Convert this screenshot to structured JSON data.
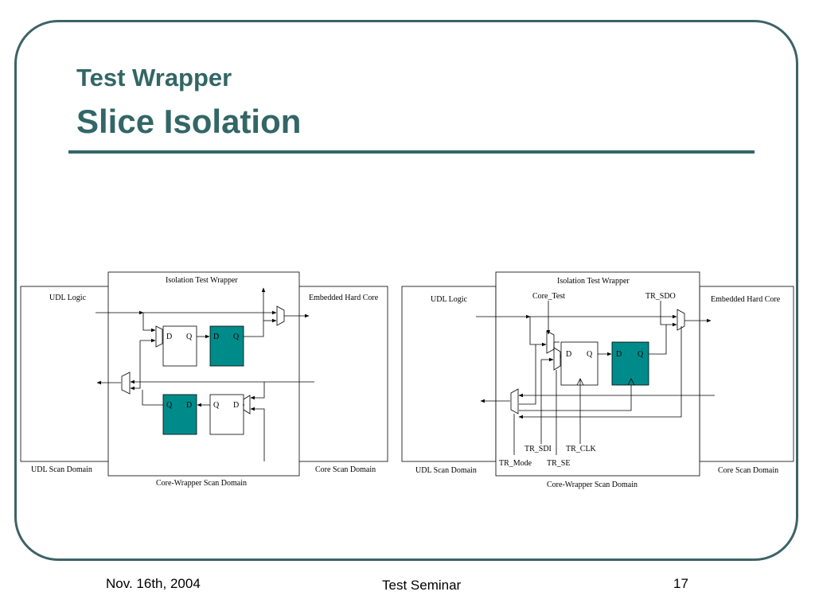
{
  "slide": {
    "title_line1": "Test Wrapper",
    "title_line2": "Slice Isolation",
    "footer_date": "Nov. 16th, 2004",
    "footer_title": "Test Seminar",
    "page_number": "17"
  },
  "colors": {
    "accent": "#336666",
    "register_fill": "#008b8b"
  },
  "diagram_left": {
    "udl_logic": "UDL Logic",
    "udl_scan_domain": "UDL Scan Domain",
    "wrapper_title": "Isolation Test Wrapper",
    "wrapper_scan_domain": "Core-Wrapper Scan Domain",
    "embedded_core": "Embedded Hard Core",
    "core_scan_domain": "Core Scan Domain",
    "pin_d": "D",
    "pin_q": "Q"
  },
  "diagram_right": {
    "udl_logic": "UDL Logic",
    "udl_scan_domain": "UDL Scan Domain",
    "wrapper_title": "Isolation Test Wrapper",
    "wrapper_scan_domain": "Core-Wrapper Scan Domain",
    "embedded_core": "Embedded Hard Core",
    "core_scan_domain": "Core Scan Domain",
    "core_test": "Core_Test",
    "tr_sdo": "TR_SDO",
    "tr_sdi": "TR_SDI",
    "tr_clk": "TR_CLK",
    "tr_mode": "TR_Mode",
    "tr_se": "TR_SE",
    "pin_d": "D",
    "pin_q": "Q"
  }
}
